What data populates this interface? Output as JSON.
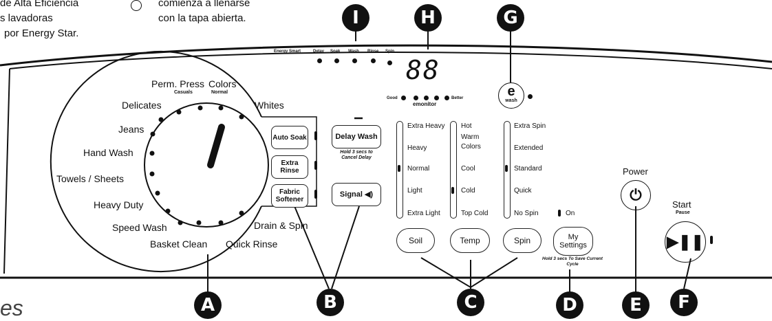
{
  "header_text": {
    "left_lines": [
      "de Alta Eficiencia",
      "s lavadoras",
      "por Energy Star."
    ],
    "middle_lines": [
      "comienza a llenarse",
      "con la tapa abierta."
    ],
    "bottom_fragment": "es"
  },
  "callouts": {
    "A": "A",
    "B": "B",
    "C": "C",
    "D": "D",
    "E": "E",
    "F": "F",
    "G": "G",
    "H": "H",
    "I": "I"
  },
  "status_lights": [
    "Energy Smart",
    "Delay",
    "Soak",
    "Wash",
    "Rinse",
    "Spin"
  ],
  "display": {
    "digits": "88"
  },
  "emonitor": {
    "good": "Good",
    "better": "Better",
    "label": "emonitor"
  },
  "ewash": {
    "letter": "e",
    "label": "wash"
  },
  "cycles": {
    "perm_press": "Perm. Press",
    "casuals": "Casuals",
    "colors": "Colors",
    "normal": "Normal",
    "whites": "Whites",
    "delicates": "Delicates",
    "jeans": "Jeans",
    "hand_wash": "Hand Wash",
    "towels_sheets": "Towels / Sheets",
    "heavy_duty": "Heavy Duty",
    "speed_wash": "Speed Wash",
    "basket_clean": "Basket Clean",
    "quick_rinse": "Quick Rinse",
    "drain_spin": "Drain & Spin"
  },
  "option_buttons": {
    "auto_soak": "Auto Soak",
    "extra_rinse": "Extra Rinse",
    "fabric_softener": "Fabric Softener"
  },
  "delay_wash": {
    "label": "Delay Wash",
    "hint": "Hold 3 secs to Cancel Delay"
  },
  "signal": {
    "label": "Signal"
  },
  "soil": {
    "options": [
      "Extra Heavy",
      "Heavy",
      "Normal",
      "Light",
      "Extra Light"
    ],
    "button": "Soil"
  },
  "temp": {
    "options": [
      "Hot",
      "Warm",
      "Colors",
      "Cool",
      "Cold",
      "Top Cold"
    ],
    "button": "Temp"
  },
  "spin": {
    "options": [
      "Extra Spin",
      "Extended",
      "Standard",
      "Quick",
      "No Spin"
    ],
    "button": "Spin"
  },
  "my_settings": {
    "on": "On",
    "button": "My Settings",
    "hint": "Hold 3 secs To Save Current Cycle"
  },
  "power": {
    "label": "Power"
  },
  "start": {
    "label": "Start",
    "sub": "Pause"
  }
}
